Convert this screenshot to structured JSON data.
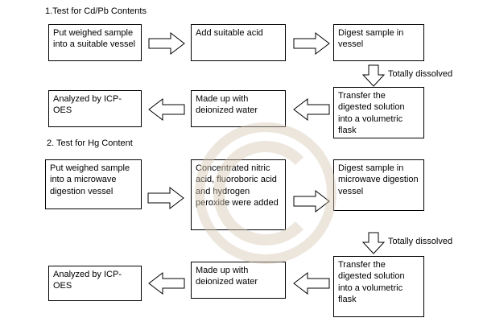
{
  "section1": {
    "title": "1.Test for Cd/Pb Contents",
    "step1": "Put weighed sample into a suitable vessel",
    "step2": "Add suitable acid",
    "step3": "Digest sample in vessel",
    "dissolved_label": "Totally dissolved",
    "step4": "Transfer the digested solution into a volumetric flask",
    "step5": "Made up with deionized water",
    "step6": "Analyzed by ICP-OES"
  },
  "section2": {
    "title": "2. Test for Hg Content",
    "step1": "Put weighed sample into a microwave digestion vessel",
    "step2": "Concentrated nitric acid, fluoroboric acid and hydrogen peroxide were added",
    "step3": "Digest sample in microwave digestion vessel",
    "dissolved_label": "Totally dissolved",
    "step4": "Transfer the digested solution into a volumetric flask",
    "step5": "Made up with deionized water",
    "step6": "Analyzed by ICP-OES"
  },
  "colors": {
    "box_border": "#000000",
    "watermark": "#d6c9b6"
  }
}
